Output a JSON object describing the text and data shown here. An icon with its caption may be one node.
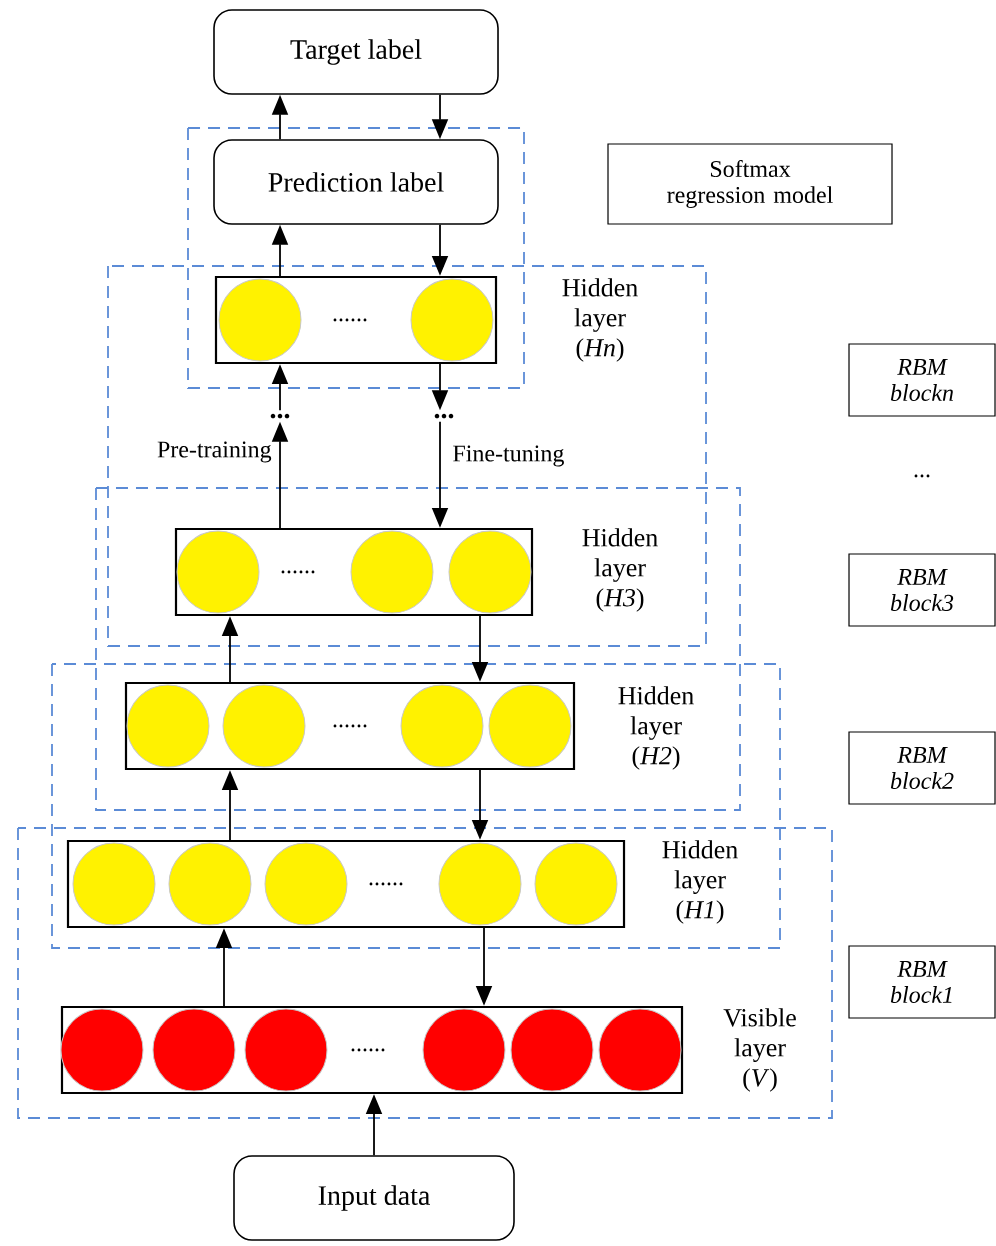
{
  "diagram": {
    "nodes": [
      {
        "text": [
          "Target label"
        ]
      },
      {
        "text": [
          "Prediction label"
        ]
      },
      {
        "text": [
          "Softmax regression model"
        ]
      },
      {
        "text": [
          "......"
        ],
        "beside": [
          "Hidden layer (*Hn*)"
        ]
      },
      {
        "text": [
          "..."
        ]
      },
      {
        "text": [
          "..."
        ]
      },
      {
        "text": [
          "*RBM blockn*"
        ]
      },
      {
        "text": [
          "......"
        ],
        "beside": [
          "Hidden layer (*H3*)"
        ]
      },
      {
        "text": [
          "*RBM block3*"
        ]
      },
      {
        "text": [
          "......"
        ],
        "beside": [
          "Hidden layer (*H2*)"
        ]
      },
      {
        "text": [
          "*RBM block2*"
        ]
      },
      {
        "text": [
          "......"
        ],
        "beside": [
          "Hidden layer (*H1*)"
        ]
      },
      {
        "text": [
          "*RBM block1*"
        ]
      },
      {
        "text": [
          "......"
        ],
        "beside": [
          "Visible layer (*V*)"
        ]
      },
      {
        "text": [
          "Input data"
        ]
      }
    ],
    "edges": [
      {
        "from": 1,
        "to": 0,
        "arrow": "to"
      },
      {
        "from": 0,
        "to": 1,
        "arrow": "to"
      },
      {
        "from": 3,
        "to": 1,
        "arrow": "to"
      },
      {
        "from": 1,
        "to": 3,
        "arrow": "to"
      },
      {
        "from": 4,
        "to": 3,
        "arrow": "to"
      },
      {
        "from": 7,
        "to": 4,
        "arrow": "to"
      },
      {
        "from": 3,
        "to": 5,
        "arrow": "to"
      },
      {
        "from": 5,
        "to": 7,
        "arrow": "to"
      },
      {
        "from": 9,
        "to": 7,
        "arrow": "to"
      },
      {
        "from": 7,
        "to": 9,
        "arrow": "to"
      },
      {
        "from": 11,
        "to": 9,
        "arrow": "to"
      },
      {
        "from": 9,
        "to": 11,
        "arrow": "to"
      },
      {
        "from": 13,
        "to": 11,
        "arrow": "to"
      },
      {
        "from": 11,
        "to": 13,
        "arrow": "to"
      },
      {
        "from": 14,
        "to": 13,
        "arrow": "to"
      }
    ],
    "labels": [
      "Pre-training",
      "Fine-tuning",
      "..."
    ]
  }
}
